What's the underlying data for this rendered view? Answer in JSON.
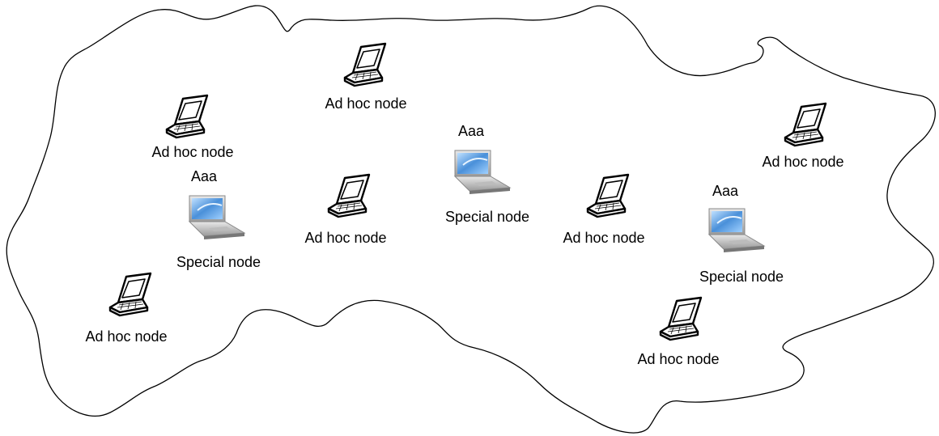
{
  "diagram": {
    "nodes": [
      {
        "id": "adhoc-1",
        "kind": "adhoc",
        "label": "Ad hoc node"
      },
      {
        "id": "adhoc-2",
        "kind": "adhoc",
        "label": "Ad hoc node"
      },
      {
        "id": "adhoc-3",
        "kind": "adhoc",
        "label": "Ad hoc node"
      },
      {
        "id": "adhoc-4",
        "kind": "adhoc",
        "label": "Ad hoc node"
      },
      {
        "id": "adhoc-5",
        "kind": "adhoc",
        "label": "Ad hoc node"
      },
      {
        "id": "adhoc-6",
        "kind": "adhoc",
        "label": "Ad hoc node"
      },
      {
        "id": "adhoc-7",
        "kind": "adhoc",
        "label": "Ad hoc node"
      },
      {
        "id": "special-1",
        "kind": "special",
        "label": "Special node",
        "top_label": "Aaa"
      },
      {
        "id": "special-2",
        "kind": "special",
        "label": "Special node",
        "top_label": "Aaa"
      },
      {
        "id": "special-3",
        "kind": "special",
        "label": "Special node",
        "top_label": "Aaa"
      }
    ],
    "colors": {
      "outline": "#000000",
      "screen_blue": "#4a90d9",
      "special_body": "#c8c8c8"
    }
  }
}
